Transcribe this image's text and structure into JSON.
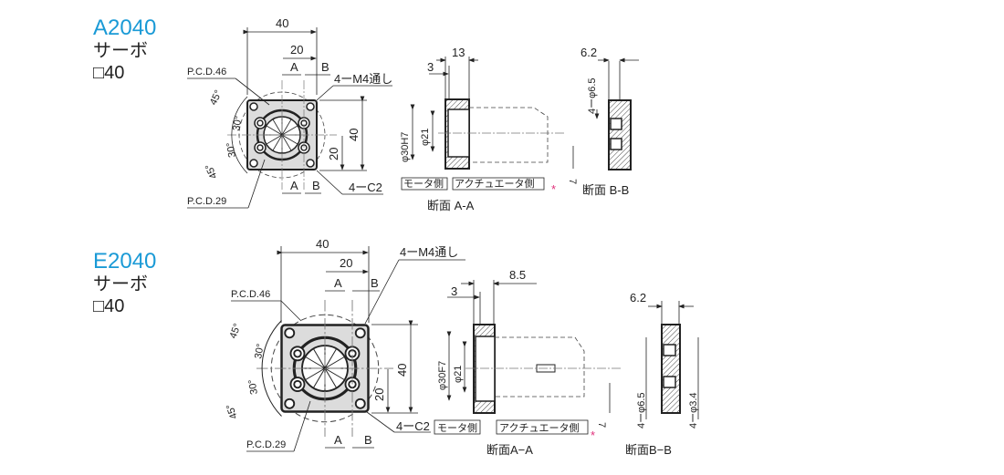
{
  "colors": {
    "model": "#1a9ad6",
    "asterisk": "#e0307a",
    "plate": "#dcdcdc"
  },
  "blocks": [
    {
      "model": "A2040",
      "type": "サーボ",
      "size": "□40",
      "front": {
        "width": "40",
        "half": "20",
        "sec_a": "A",
        "sec_b": "B",
        "pcd_outer": "P.C.D.46",
        "pcd_inner": "P.C.D.29",
        "tap": "4ーM4通し",
        "chamfer": "4ーC2",
        "height": "40",
        "half_h": "20",
        "angle1": "45°",
        "angle2": "30°",
        "angle3": "30°",
        "angle4": "45°"
      },
      "section_aa": {
        "thick": "13",
        "step": "3",
        "bore": "φ30H7",
        "inner": "φ21",
        "offset": "7",
        "motor_side": "モータ側",
        "actuator_side": "アクチュエータ側",
        "asterisk": "*",
        "title": "断面 A-A"
      },
      "section_bb": {
        "thick": "6.2",
        "hole": "4ーφ6.5",
        "title": "断面 B-B"
      }
    },
    {
      "model": "E2040",
      "type": "サーボ",
      "size": "□40",
      "front": {
        "width": "40",
        "half": "20",
        "sec_a": "A",
        "sec_b": "B",
        "pcd_outer": "P.C.D.46",
        "pcd_inner": "P.C.D.29",
        "tap": "4ーM4通し",
        "chamfer": "4ーC2",
        "height": "40",
        "half_h": "20",
        "angle1": "45°",
        "angle2": "30°",
        "angle3": "30°",
        "angle4": "45°"
      },
      "section_aa": {
        "thick": "8.5",
        "step": "3",
        "bore": "φ30F7",
        "inner": "φ21",
        "offset": "7",
        "motor_side": "モータ側",
        "actuator_side": "アクチュエータ側",
        "asterisk": "*",
        "title": "断面A−A"
      },
      "section_bb": {
        "thick": "6.2",
        "hole": "4ーφ6.5",
        "hole2": "4ーφ3.4",
        "title": "断面B−B"
      }
    }
  ]
}
